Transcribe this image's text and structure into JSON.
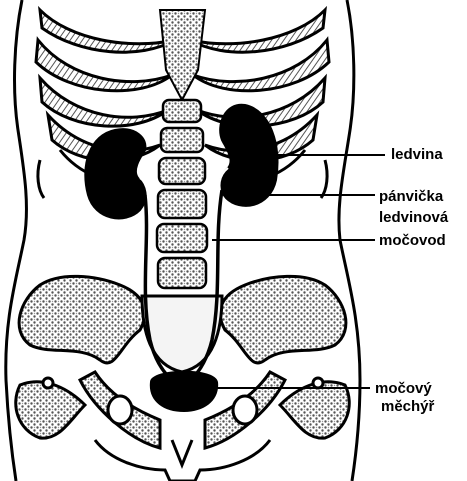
{
  "labels": {
    "kidney": "ledvina",
    "renal_pelvis_line1": "pánvička",
    "renal_pelvis_line2": "ledvinová",
    "ureter": "močovod",
    "bladder_line1": "močový",
    "bladder_line2": "měchýř"
  },
  "colors": {
    "ink": "#000000",
    "paper": "#ffffff",
    "bone_pattern": "#9a9a9a"
  }
}
